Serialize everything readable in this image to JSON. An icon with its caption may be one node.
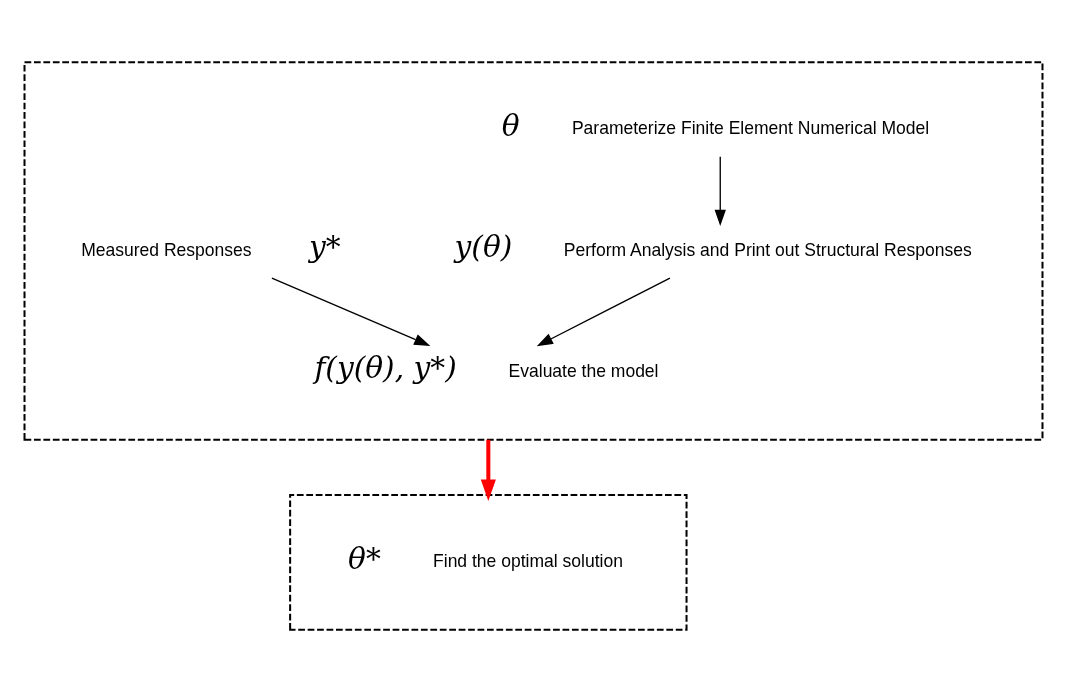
{
  "diagram": {
    "nodes": [
      {
        "text": [],
        "shape": "box"
      },
      {
        "text": [
          "θ"
        ],
        "beside": [
          "Parameterize Finite Element Numerical Model"
        ],
        "in": 0
      },
      {
        "text": [
          "y(θ)"
        ],
        "beside": [
          "Perform Analysis and Print out Structural Responses"
        ],
        "in": 0
      },
      {
        "text": [
          "y*"
        ],
        "beside": [
          "Measured Responses"
        ],
        "in": 0
      },
      {
        "text": [
          "f(y(θ), y*)"
        ],
        "beside": [
          "Evaluate the model"
        ],
        "in": 0
      },
      {
        "text": [],
        "shape": "box"
      },
      {
        "text": [
          "θ*"
        ],
        "beside": [
          "Find the optimal solution"
        ],
        "in": 5
      }
    ],
    "edges": [
      {
        "from": 1,
        "to": 2,
        "arrow": "to"
      },
      {
        "from": 3,
        "to": 4,
        "arrow": "to"
      },
      {
        "from": 2,
        "to": 4,
        "arrow": "to"
      },
      {
        "from": 0,
        "to": 5,
        "arrow": "to",
        "style": "thick",
        "color": "#ff0000"
      }
    ]
  }
}
